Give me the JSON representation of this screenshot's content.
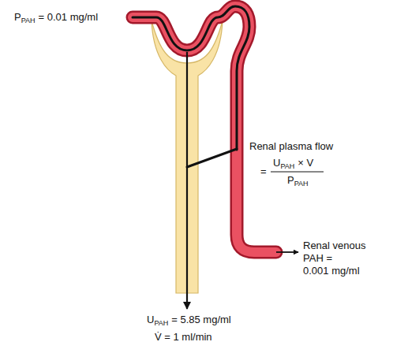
{
  "diagram": {
    "labels": [
      "P",
      "PAH",
      "= 0.01 mg/ml",
      "Renal plasma flow",
      "=",
      "U",
      "PAH",
      "× V",
      "P",
      "PAH",
      "Renal venous",
      "PAH =",
      "0.001 mg/ml",
      "U",
      "PAH",
      "= 5.85 mg/ml",
      "V̇ = 1 ml/min"
    ]
  }
}
